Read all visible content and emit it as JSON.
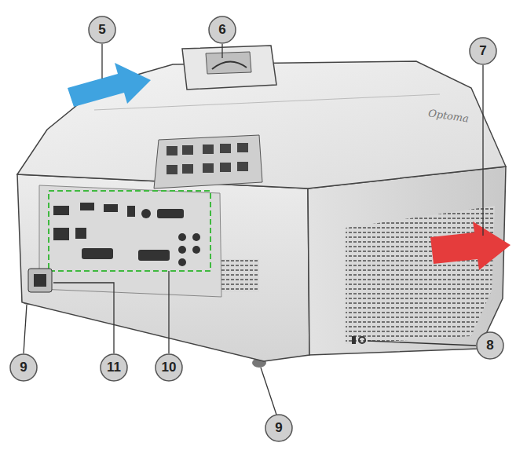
{
  "diagram": {
    "nodes": [
      {
        "text": [
          "5"
        ]
      },
      {
        "text": [
          "6"
        ]
      },
      {
        "text": [
          "7"
        ]
      },
      {
        "text": [
          "8"
        ]
      },
      {
        "text": [
          "9"
        ]
      },
      {
        "text": [
          "11"
        ]
      },
      {
        "text": [
          "10"
        ]
      },
      {
        "text": [
          "9"
        ]
      }
    ],
    "labels": [
      "Optoma"
    ]
  }
}
